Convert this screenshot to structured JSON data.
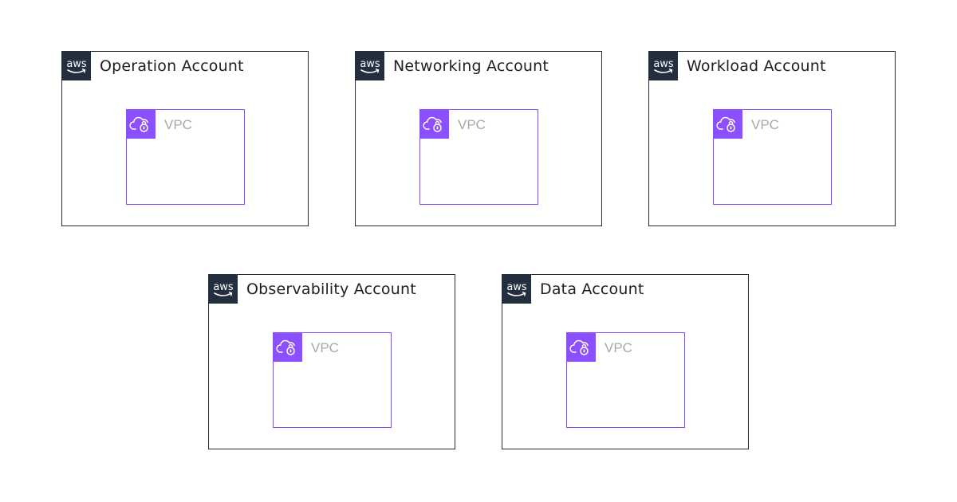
{
  "colors": {
    "account_border": "#232f3e",
    "aws_badge": "#232f3e",
    "vpc_border": "#8c4fff",
    "vpc_badge": "#8c4fff",
    "vpc_label": "#a8a8a8"
  },
  "aws_logo_text": "aws",
  "accounts": [
    {
      "title": "Operation Account",
      "vpc_label": "VPC"
    },
    {
      "title": "Networking Account",
      "vpc_label": "VPC"
    },
    {
      "title": "Workload Account",
      "vpc_label": "VPC"
    },
    {
      "title": "Observability Account",
      "vpc_label": "VPC"
    },
    {
      "title": "Data Account",
      "vpc_label": "VPC"
    }
  ]
}
